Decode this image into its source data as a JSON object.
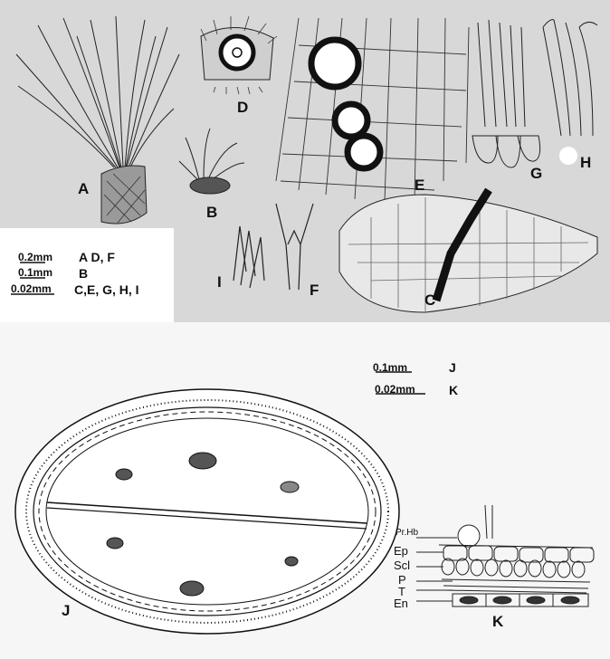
{
  "top_panel": {
    "labels": {
      "A": "A",
      "B": "B",
      "C": "C",
      "D": "D",
      "E": "E",
      "F": "F",
      "G": "G",
      "H": "H",
      "I": "I"
    },
    "scale_bars": [
      {
        "length": "0.2mm",
        "applies_to": "A D, F"
      },
      {
        "length": "0.1mm",
        "applies_to": "B"
      },
      {
        "length": "0.02mm",
        "applies_to": "C,E, G, H, I"
      }
    ]
  },
  "bottom_panel": {
    "labels": {
      "J": "J",
      "K": "K"
    },
    "scale_bars": [
      {
        "length": "0.1mm",
        "applies_to": "J"
      },
      {
        "length": "0.02mm",
        "applies_to": "K"
      }
    ],
    "layer_annotations": [
      "Pr.Hb",
      "Ep",
      "Scl",
      "P",
      "T",
      "En"
    ]
  },
  "colors": {
    "top_background": "#dcdcdc",
    "bottom_background": "#f5f5f5",
    "ink": "#1a1a1a"
  }
}
